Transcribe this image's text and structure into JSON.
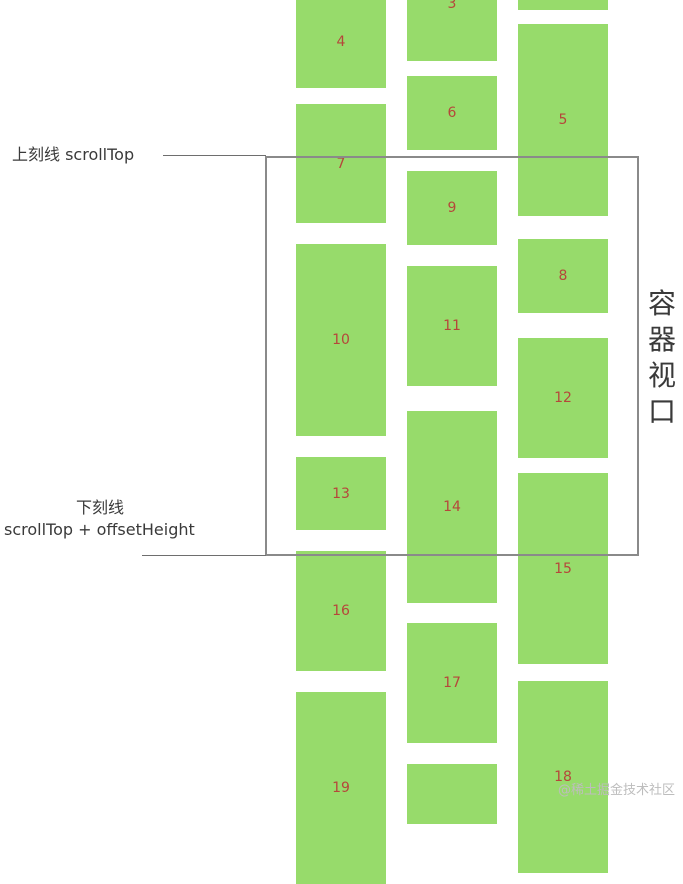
{
  "tiles": [
    "4",
    "3",
    "6",
    "5",
    "7",
    "9",
    "8",
    "10",
    "11",
    "12",
    "13",
    "14",
    "15",
    "16",
    "17",
    "18",
    "19"
  ],
  "labels": {
    "top_line": "上刻线 scrollTop",
    "bottom_line_title": "下刻线",
    "bottom_line_formula": "scrollTop + offsetHeight",
    "viewport": "容器视口"
  },
  "watermark": "@稀土掘金技术社区",
  "colors": {
    "tile": "#97db6b",
    "tile_text": "#b5473a",
    "viewport_border": "#8a8a8a",
    "guide_line": "#6e6e6e"
  }
}
